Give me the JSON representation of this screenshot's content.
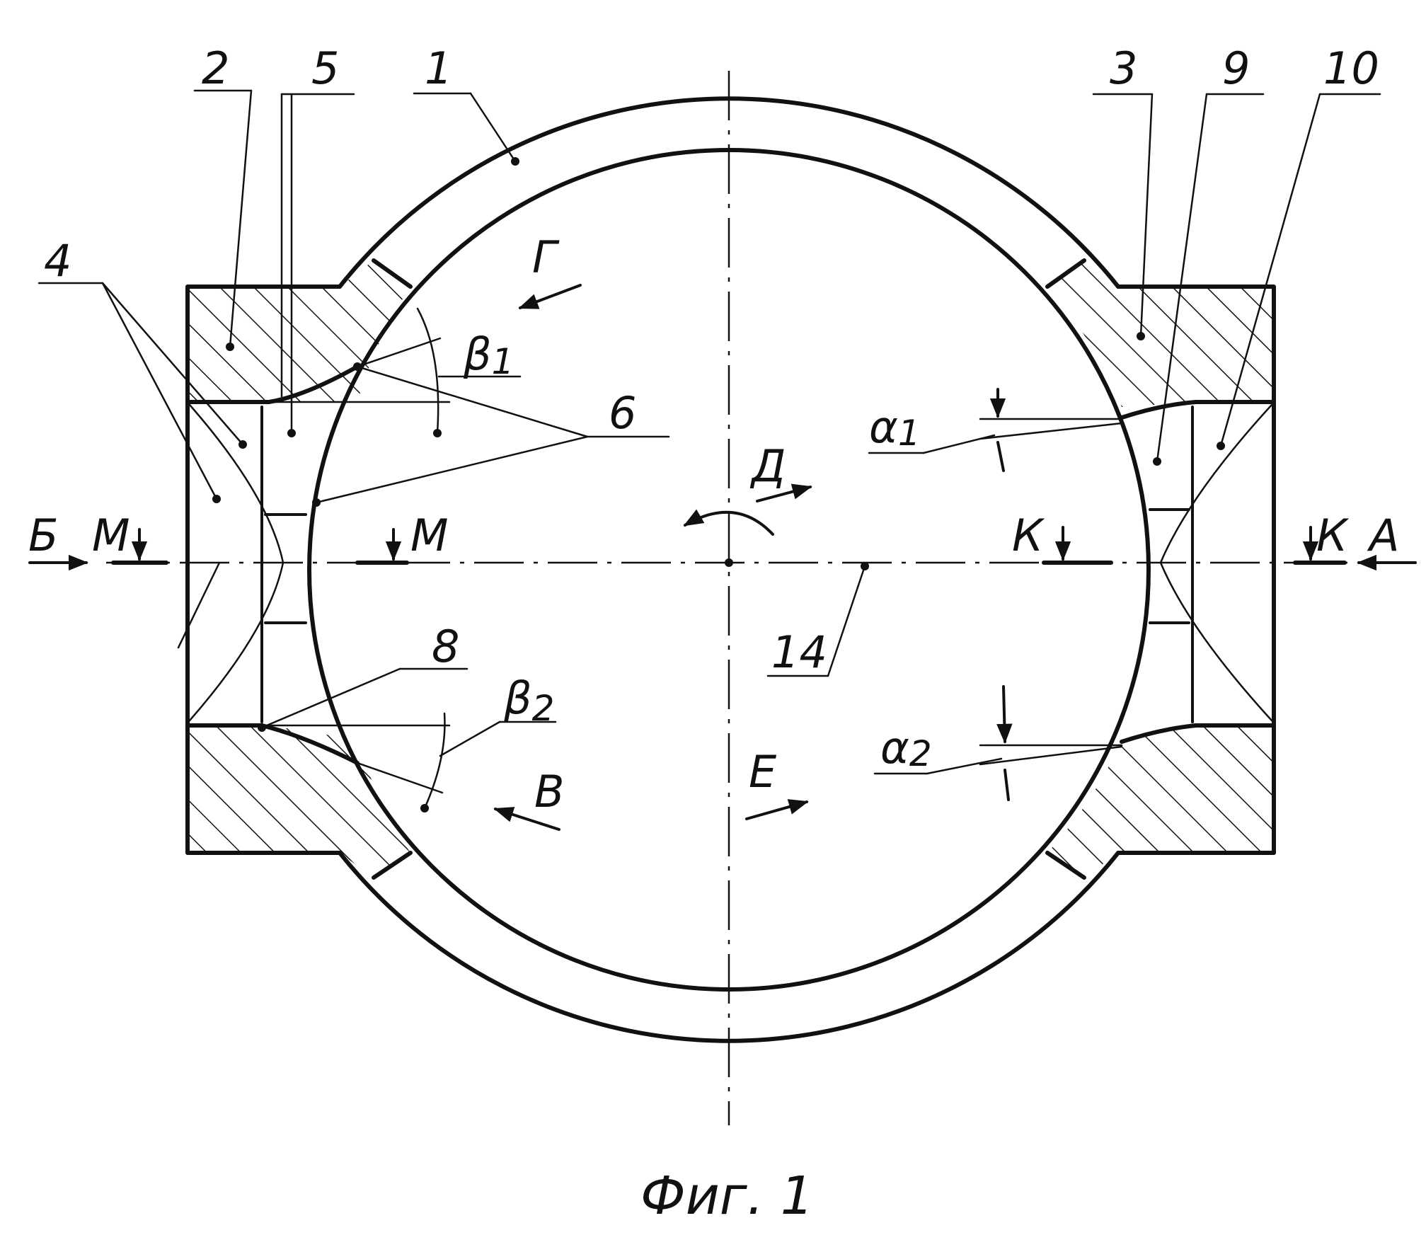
{
  "figure": {
    "caption": "Фиг. 1",
    "callouts": {
      "n1": "1",
      "n2": "2",
      "n3": "3",
      "n4": "4",
      "n5": "5",
      "n6": "6",
      "n8": "8",
      "n9": "9",
      "n10": "10",
      "n14": "14"
    },
    "direction_letters": {
      "A": "А",
      "B": "Б",
      "V": "В",
      "G": "Г",
      "D": "Д",
      "E": "Е"
    },
    "section_marks": {
      "M_left": "М",
      "M_right": "М",
      "K_left": "К",
      "K_right": "К"
    },
    "angle_labels": {
      "beta1": "β",
      "beta1_sub": "1",
      "beta2": "β",
      "beta2_sub": "2",
      "alpha1": "α",
      "alpha1_sub": "1",
      "alpha2": "α",
      "alpha2_sub": "2"
    }
  }
}
